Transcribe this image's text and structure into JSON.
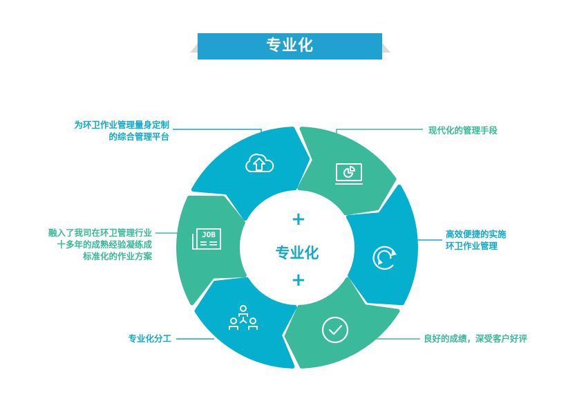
{
  "banner": {
    "title": "专业化"
  },
  "center": {
    "title": "专业化",
    "plus_top": "+",
    "plus_bottom": "+"
  },
  "colors": {
    "blue": "#04b0cd",
    "green": "#3bb99b",
    "banner": "#21a1d0",
    "text_blue": "#11a9c9",
    "text_green": "#3bb89a"
  },
  "segments": [
    {
      "id": "top-left",
      "color": "blue",
      "icon": "cloud-upload-icon",
      "label_lines": [
        "为环卫作业管理量身定制",
        "的综合管理平台"
      ]
    },
    {
      "id": "top-right",
      "color": "green",
      "icon": "monitor-pie-chart-icon",
      "label_lines": [
        "现代化的管理手段"
      ]
    },
    {
      "id": "right",
      "color": "blue",
      "icon": "refresh-cycle-icon",
      "label_lines": [
        "高效便捷的实施",
        "环卫作业管理"
      ]
    },
    {
      "id": "bottom-right",
      "color": "green",
      "icon": "check-circle-icon",
      "label_lines": [
        "良好的成绩，深受客户好评"
      ]
    },
    {
      "id": "bottom-left",
      "color": "blue",
      "icon": "team-hierarchy-icon",
      "label_lines": [
        "专业化分工"
      ]
    },
    {
      "id": "left",
      "color": "green",
      "icon": "job-newspaper-icon",
      "label_lines": [
        "融入了我司在环卫管理行业",
        "十多年的成熟经验凝练成",
        "标准化的作业方案"
      ]
    }
  ],
  "icon_text": {
    "job": "JOB"
  }
}
